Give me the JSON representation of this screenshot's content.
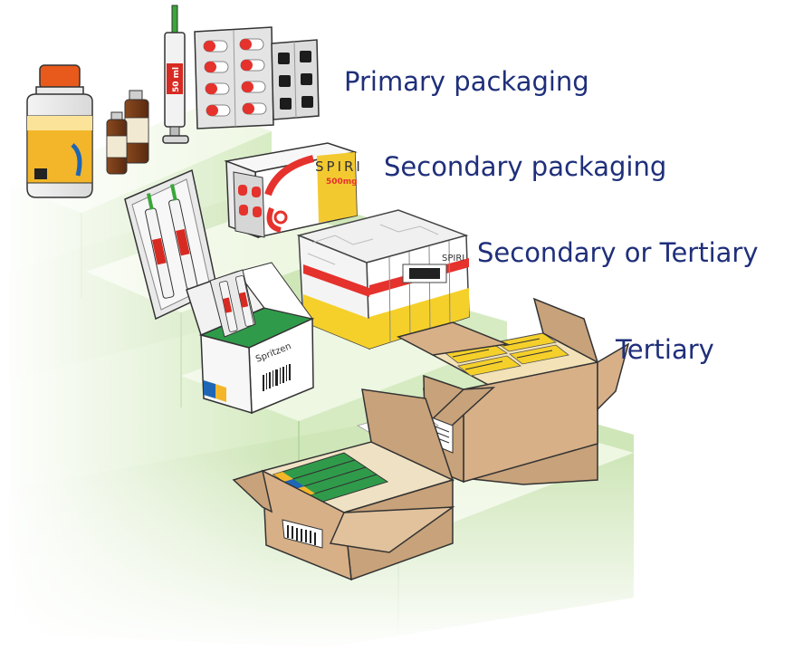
{
  "labels": {
    "primary": "Primary packaging",
    "secondary": "Secondary packaging",
    "secondary_or_tertiary": "Secondary or Tertiary",
    "tertiary": "Tertiary"
  },
  "product_text": {
    "spiri_brand": "SPIRI",
    "spiri_dose": "500mg",
    "syringe_volume": "50 ml",
    "spritzen_label": "Spritzen",
    "shrink_wrap_brand": "SPIRI"
  },
  "colors": {
    "label_text": "#1f2f7a",
    "stairs_green": "#d6ebc2",
    "stairs_top": "#eef7e2",
    "cardboard": "#c8a27a",
    "pill_red": "#e5322d",
    "box_green": "#2f9b4a",
    "tape_yellow": "#f5d02a"
  }
}
